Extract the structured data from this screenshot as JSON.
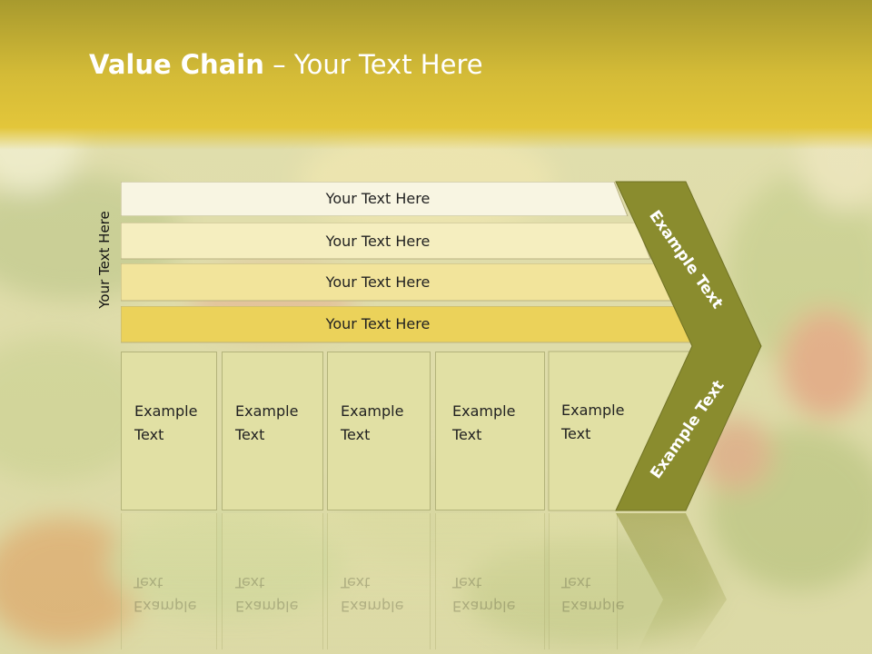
{
  "title": {
    "bold": "Value Chain",
    "rest": " – Your Text Here"
  },
  "side_label": "Your Text Here",
  "rows": [
    {
      "label": "Your Text Here",
      "color": "#f8f5e2"
    },
    {
      "label": "Your Text Here",
      "color": "#f5eebf"
    },
    {
      "label": "Your Text Here",
      "color": "#f2e49b"
    },
    {
      "label": "Your Text Here",
      "color": "#ebd25a"
    }
  ],
  "boxes": [
    {
      "line1": "Example",
      "line2": "Text"
    },
    {
      "line1": "Example",
      "line2": "Text"
    },
    {
      "line1": "Example",
      "line2": "Text"
    },
    {
      "line1": "Example",
      "line2": "Text"
    },
    {
      "line1": "Example",
      "line2": "Text"
    }
  ],
  "chevron": {
    "top_label": "Example Text",
    "bottom_label": "Example Text",
    "color": "#8a8c2e"
  },
  "colors": {
    "header_top": "#a89a2e",
    "header_mid": "#e3c63a",
    "box_fill": "#e1e0a4"
  }
}
